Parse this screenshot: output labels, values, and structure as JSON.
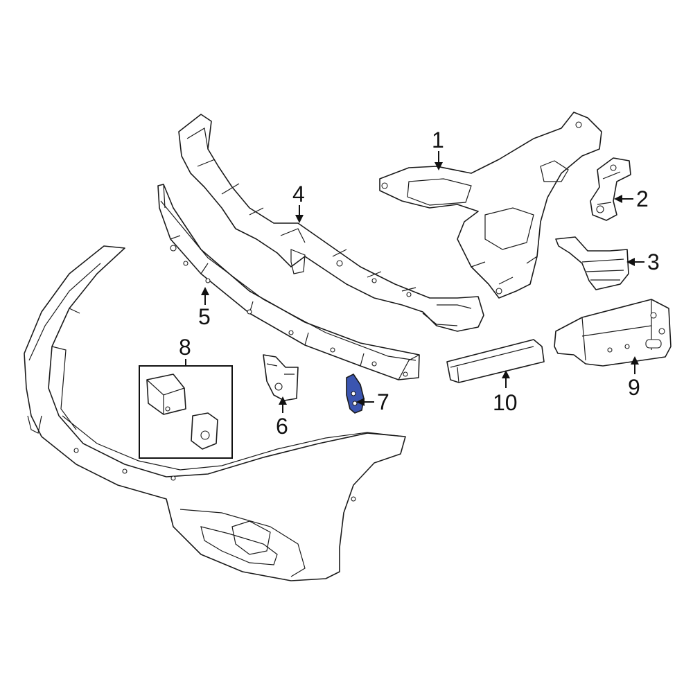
{
  "callouts": {
    "c1": "1",
    "c2": "2",
    "c3": "3",
    "c4": "4",
    "c5": "5",
    "c6": "6",
    "c7": "7",
    "c8": "8",
    "c9": "9",
    "c10": "10"
  },
  "highlighted_part": "7",
  "colors": {
    "highlight": "#3b55b0",
    "line": "#1a1a1a",
    "background": "#ffffff"
  }
}
